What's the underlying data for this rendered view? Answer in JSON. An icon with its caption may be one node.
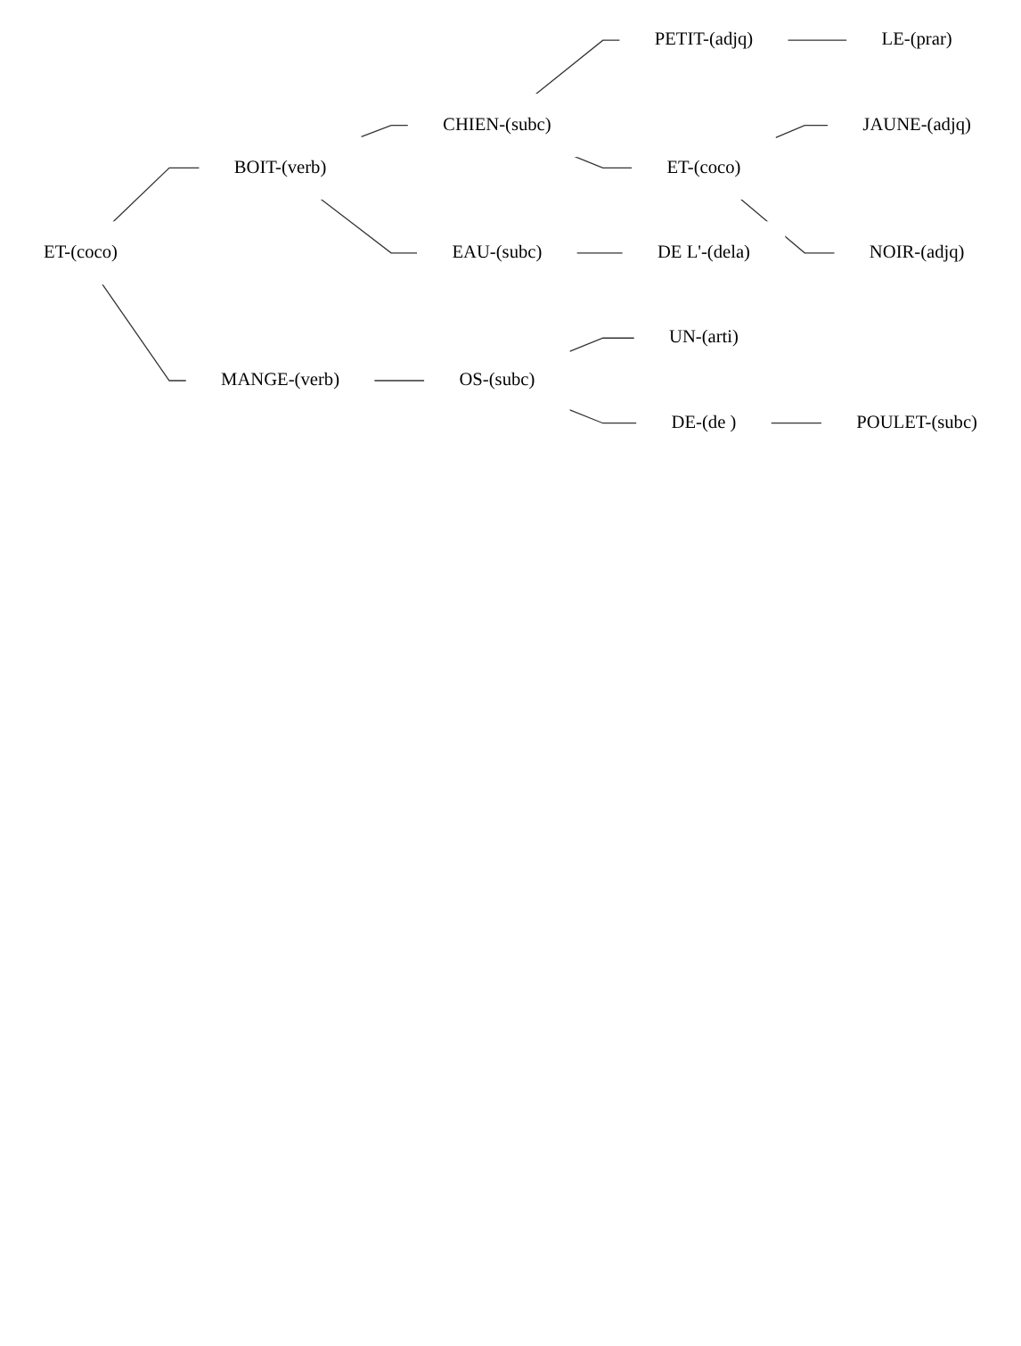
{
  "diagram": {
    "nodes": [
      {
        "text": [
          "LE-(prar)"
        ]
      },
      {
        "text": [
          "PETIT-(adjq)"
        ]
      },
      {
        "text": [
          "CHIEN-(subc)"
        ]
      },
      {
        "text": [
          "JAUNE-(adjq)"
        ]
      },
      {
        "text": [
          "ET-(coco)"
        ]
      },
      {
        "text": [
          "NOIR-(adjq)"
        ]
      },
      {
        "text": [
          "BOIT-(verb)"
        ]
      },
      {
        "text": [
          "DE L'-(dela)"
        ]
      },
      {
        "text": [
          "EAU-(subc)"
        ]
      },
      {
        "text": [
          "ET-(coco)"
        ]
      },
      {
        "text": [
          "MANGE-(verb)"
        ]
      },
      {
        "text": [
          "UN-(arti)"
        ]
      },
      {
        "text": [
          "OS-(subc)"
        ]
      },
      {
        "text": [
          "DE-(de )"
        ]
      },
      {
        "text": [
          "POULET-(subc)"
        ]
      }
    ],
    "edges": [
      {
        "from": 9,
        "to": 6,
        "arrow": "none"
      },
      {
        "from": 9,
        "to": 10,
        "arrow": "none"
      },
      {
        "from": 6,
        "to": 2,
        "arrow": "none"
      },
      {
        "from": 6,
        "to": 8,
        "arrow": "none"
      },
      {
        "from": 2,
        "to": 1,
        "arrow": "none"
      },
      {
        "from": 1,
        "to": 0,
        "arrow": "none"
      },
      {
        "from": 2,
        "to": 4,
        "arrow": "none"
      },
      {
        "from": 4,
        "to": 3,
        "arrow": "none"
      },
      {
        "from": 4,
        "to": 5,
        "arrow": "none"
      },
      {
        "from": 8,
        "to": 7,
        "arrow": "none"
      },
      {
        "from": 10,
        "to": 12,
        "arrow": "none"
      },
      {
        "from": 12,
        "to": 11,
        "arrow": "none"
      },
      {
        "from": 12,
        "to": 13,
        "arrow": "none"
      },
      {
        "from": 13,
        "to": 14,
        "arrow": "none"
      }
    ]
  }
}
